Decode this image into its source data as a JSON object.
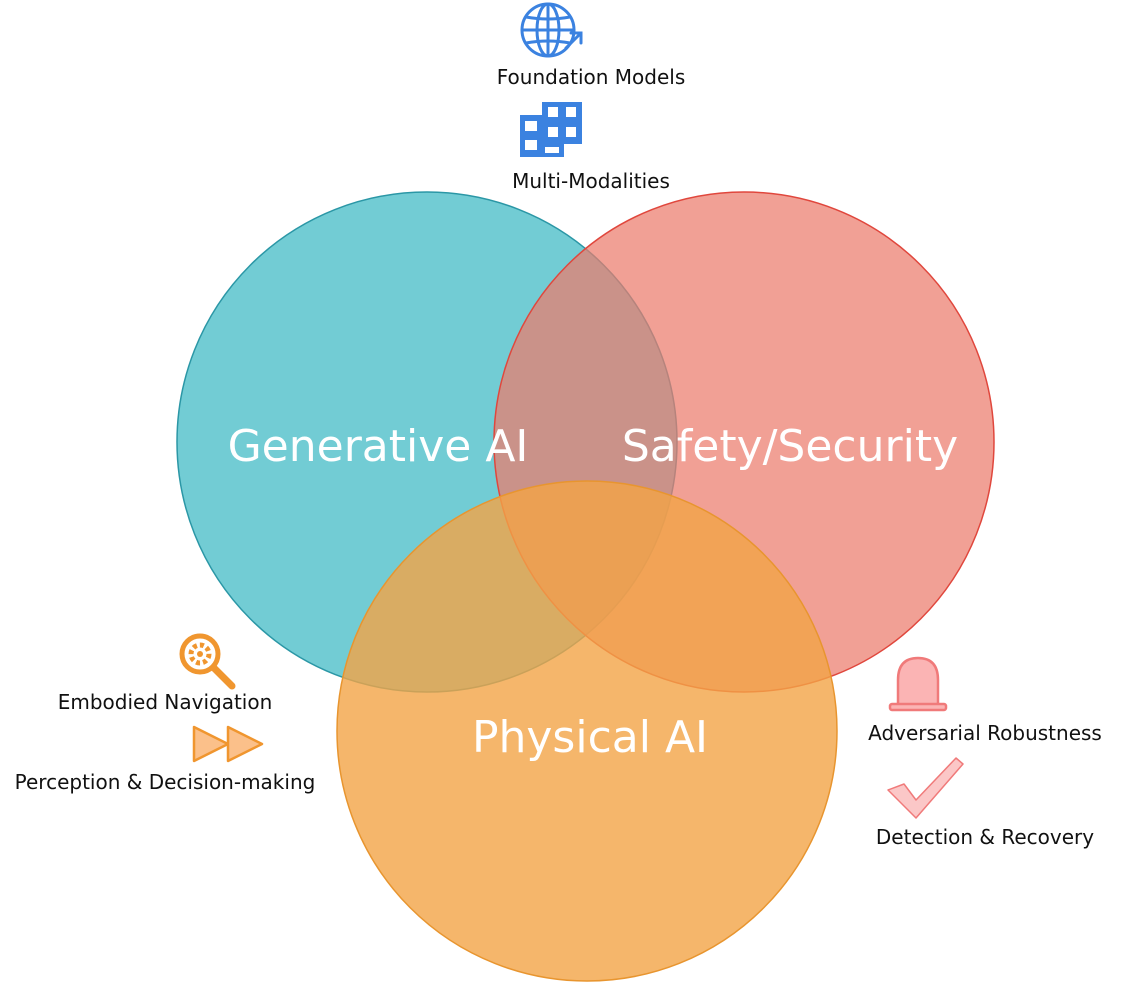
{
  "circles": {
    "generative": {
      "label": "Generative AI",
      "fill": "#4fbfc9",
      "stroke": "#2b97a6"
    },
    "safety": {
      "label": "Safety/Security",
      "fill": "#ec7b6c",
      "stroke": "#e0473d"
    },
    "physical": {
      "label": "Physical AI",
      "fill": "#f2a446",
      "stroke": "#e8952f"
    }
  },
  "features": {
    "foundation_models": "Foundation Models",
    "multi_modalities": "Multi-Modalities",
    "embodied_navigation": "Embodied Navigation",
    "perception_decision": "Perception & Decision-making",
    "adversarial_robustness": "Adversarial Robustness",
    "detection_recovery": "Detection & Recovery"
  },
  "icons": {
    "globe": "globe-icon",
    "grid": "grid-blocks-icon",
    "magnifier": "gear-magnifier-icon",
    "fast_forward": "fast-forward-icon",
    "bell": "bell-icon",
    "checkmark": "checkmark-icon"
  },
  "colors": {
    "blue_icon": "#3b82e0",
    "orange_icon": "#f0962f",
    "red_icon": "#f07a7a"
  }
}
